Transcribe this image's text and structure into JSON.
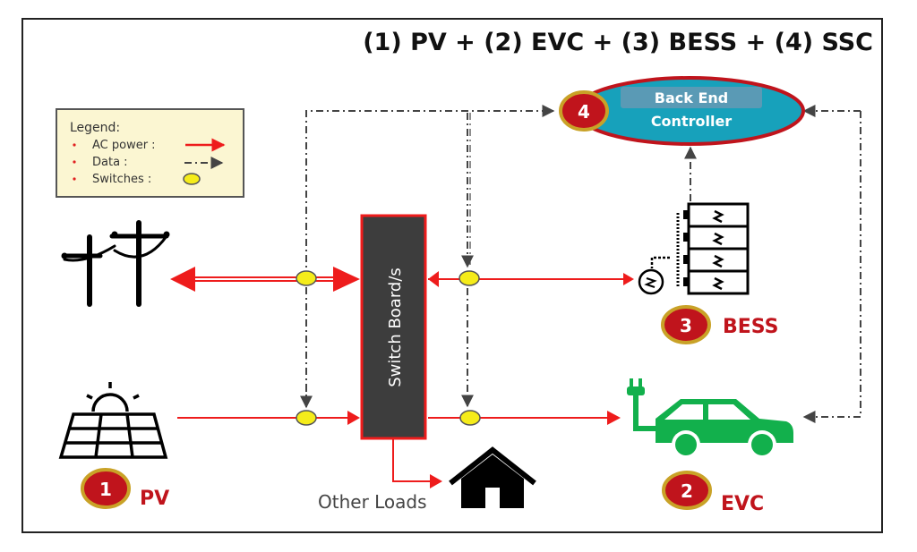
{
  "title": "(1) PV + (2) EVC + (3) BESS + (4) SSC",
  "legend": {
    "heading": "Legend:",
    "items": [
      {
        "label": "AC power :",
        "symbol": "red-arrow"
      },
      {
        "label": "Data        :",
        "symbol": "dash-dot-arrow"
      },
      {
        "label": "Switches  :",
        "symbol": "yellow-ellipse"
      }
    ]
  },
  "switch_board": {
    "label": "Switch Board/s"
  },
  "controller": {
    "number": "4",
    "line1": "Back End",
    "line2": "Controller"
  },
  "components": {
    "pv": {
      "number": "1",
      "label": "PV"
    },
    "evc": {
      "number": "2",
      "label": "EVC"
    },
    "bess": {
      "number": "3",
      "label": "BESS"
    },
    "grid": {
      "label": ""
    },
    "loads": {
      "label": "Other Loads"
    }
  },
  "colors": {
    "ac_power": "#ee1c1c",
    "data_line": "#444444",
    "switch_fill": "#f5ec1a",
    "switch_board_fill": "#3d3d3d",
    "controller_fill": "#17a1bb",
    "controller_border": "#c0141c",
    "badge_fill": "#c0141c",
    "badge_ring": "#c9a227",
    "legend_bg": "#fbf6d2",
    "ev_green": "#12b04c"
  }
}
